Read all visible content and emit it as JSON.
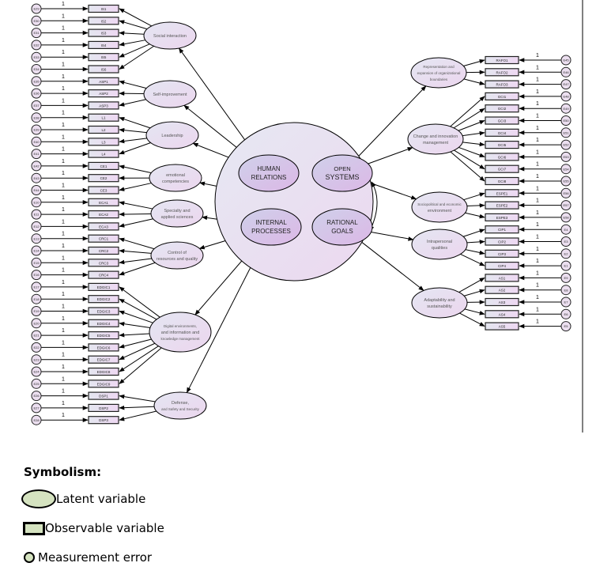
{
  "center": {
    "quadrants": [
      {
        "id": "hr",
        "line1": "HUMAN",
        "line2": "RELATIONS"
      },
      {
        "id": "os",
        "line1": "OPEN",
        "line2": "SYSTEMS"
      },
      {
        "id": "ip",
        "line1": "INTERNAL",
        "line2": "PROCESSES"
      },
      {
        "id": "rg",
        "line1": "RATIONAL",
        "line2": "GOALS"
      }
    ]
  },
  "weight_label": "1",
  "left_factors": [
    {
      "lines": [
        "Social interaction"
      ],
      "from": "hr",
      "items": [
        "IS1",
        "IS2",
        "IS3",
        "IS4",
        "IS5",
        "IS6"
      ],
      "errors": [
        "E29",
        "E30",
        "E31",
        "E32",
        "E33",
        "E34"
      ]
    },
    {
      "lines": [
        "Self-improvement"
      ],
      "from": "hr",
      "items": [
        "ASP1",
        "ASP2",
        "ASP3"
      ],
      "errors": [
        "E35",
        "E36",
        "E37"
      ]
    },
    {
      "lines": [
        "Leadership"
      ],
      "from": "hr",
      "items": [
        "L1",
        "L2",
        "L3",
        "L4"
      ],
      "errors": [
        "E38",
        "E39",
        "E40",
        "E41"
      ]
    },
    {
      "lines": [
        "emotional",
        "competencies"
      ],
      "from": "big",
      "items": [
        "CE1",
        "CE2",
        "CE3"
      ],
      "errors": [
        "E42",
        "E43",
        "E44"
      ]
    },
    {
      "lines": [
        "Specialty and",
        "applied sciences"
      ],
      "from": "ip",
      "items": [
        "ECA1",
        "ECA2",
        "ECA3"
      ],
      "errors": [
        "E10",
        "E11",
        "E12"
      ]
    },
    {
      "lines": [
        "Control of",
        "resources and quality"
      ],
      "from": "ip",
      "items": [
        "CRC1",
        "CRC2",
        "CRC3",
        "CRC4"
      ],
      "errors": [
        "E13",
        "E14",
        "E15",
        "E16"
      ]
    },
    {
      "lines": [
        "Digital environments,",
        "and information and",
        "knowledge management"
      ],
      "from": "ip",
      "items": [
        "EDGIC1",
        "EDGIC2",
        "EDGIC3",
        "EDGIC4",
        "EDGIC5",
        "EDGIC6",
        "EDGIC7",
        "EDGIC8",
        "EDGIC9"
      ],
      "errors": [
        "E17",
        "E18",
        "E19",
        "E20",
        "E21",
        "E22",
        "E23",
        "E24",
        "E25"
      ]
    },
    {
      "lines": [
        "Defense,",
        "and Safety and Security"
      ],
      "from": "ip",
      "items": [
        "DSP1",
        "DSP2",
        "DSP3"
      ],
      "errors": [
        "E26",
        "E27",
        "E28"
      ]
    }
  ],
  "right_factors": [
    {
      "lines": [
        "Representation and",
        "expansion of organizational",
        "boundaries"
      ],
      "from": "os",
      "items": [
        "RAFO1",
        "RAFO2",
        "RAFO3"
      ],
      "errors": [
        "E45",
        "E46",
        "E47"
      ]
    },
    {
      "lines": [
        "Change and innovation",
        "management"
      ],
      "from": "os",
      "items": [
        "GCI1",
        "GCI2",
        "GCI3",
        "GCI4",
        "GCI5",
        "GCI6",
        "GCI7",
        "GCI8"
      ],
      "errors": [
        "E48",
        "E49",
        "E50",
        "E51",
        "E52",
        "E53",
        "E54",
        "E55"
      ]
    },
    {
      "lines": [
        "Sociopolitical and economic",
        "environment"
      ],
      "from": "os",
      "items": [
        "ESPE1",
        "ESPE2",
        "ESPE3"
      ],
      "errors": [
        "E56",
        "E57",
        "E58"
      ]
    },
    {
      "lines": [
        "Intrapersonal",
        "qualities"
      ],
      "from": "rg",
      "items": [
        "CIP1",
        "CIP2",
        "CIP3",
        "CIP4"
      ],
      "errors": [
        "E4",
        "E3",
        "E2",
        "E1"
      ]
    },
    {
      "lines": [
        "Adaptability and",
        "sustainability"
      ],
      "from": "rg",
      "items": [
        "AS1",
        "AS2",
        "AS3",
        "AS4",
        "AS5"
      ],
      "errors": [
        "E9",
        "E8",
        "E7",
        "E6",
        "E5"
      ]
    }
  ],
  "legend": {
    "title": "Symbolism:",
    "latent": "Latent variable",
    "observable": "Observable variable",
    "error": "Measurement error"
  }
}
